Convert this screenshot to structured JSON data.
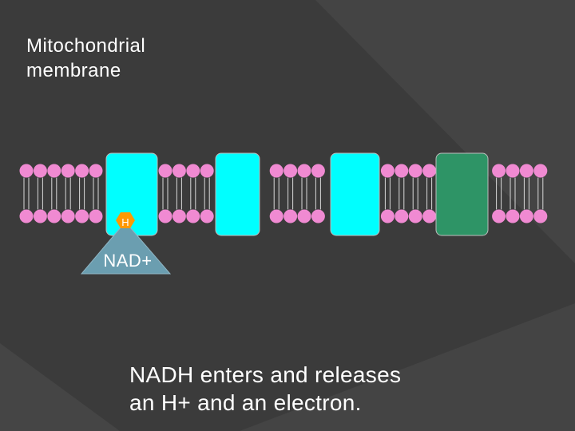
{
  "slide": {
    "title": "Mitochondrial\nmembrane",
    "caption": "NADH enters and releases\nan H+ and an electron.",
    "molecule_label": "NAD+",
    "proton_label": "H",
    "colors": {
      "background": "#3b3b3b",
      "lipid_head": "#f08ad2",
      "protein_complex": "#00ffff",
      "atp_synthase": "#2e9466",
      "proton": "#ff9900",
      "nad_triangle": "#6b9eb0"
    }
  }
}
